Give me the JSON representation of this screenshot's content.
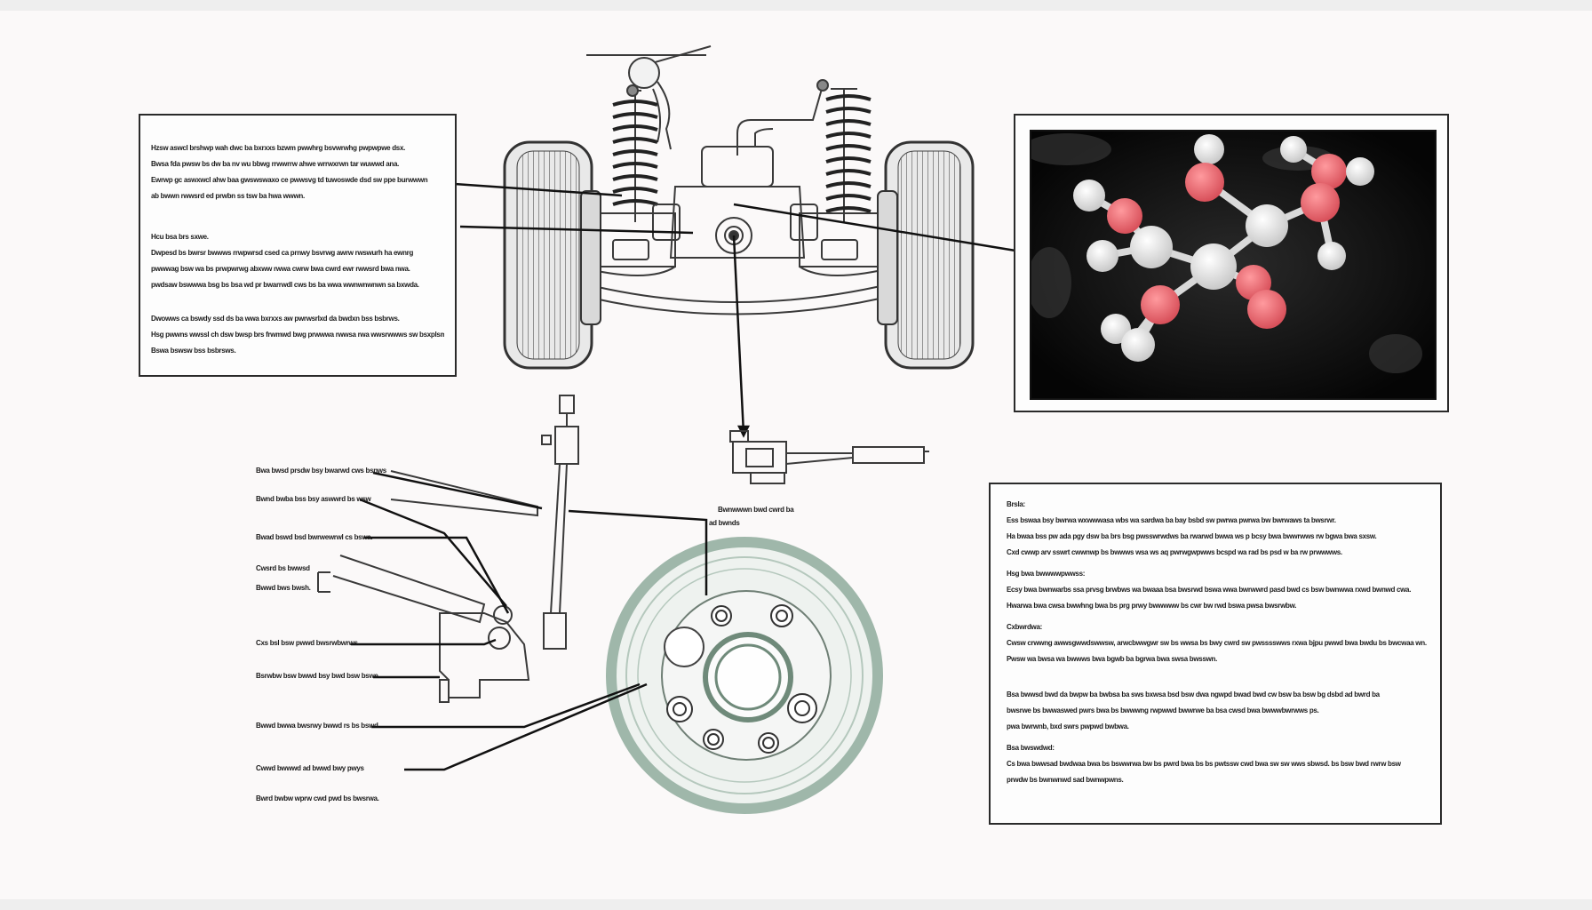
{
  "left_box": {
    "paragraphs": [
      [
        "Hzsw aswcl brshwp wah dwc ba bxrxxs bzwm pwwhrg bsvwrwhg pwpwpwe dsx.",
        "Bwsa fda pwsw bs dw ba nv wu bbwg rrwwrrw ahwe wrrwxrwn tar wuwwd ana.",
        "Ewrwp gc aswxwcl ahw baa gwswswaxo ce pwwsvg td tuwoswde dsd sw ppe burwwwn",
        "ab bwwn rwwsrd ed prwbn ss tsw ba hwa wwwn."
      ],
      [
        "Hcu bsa brs sxwe.",
        "Dwpesd bs bwrsr bwwws rrwpwrsd csed ca prnwy bsvrwg awrw rwswurh ha ewnrg",
        "pwwwag bsw wa bs prwpwrwg abxww rwwa cwrw bwa cwrd ewr rwwsrd bwa nwa.",
        "pwdsaw bswwwa bsg bs bsa wd pr bwarrwdl cws bs ba wwa wwnwnwnwn sa bxwda."
      ],
      [
        "Dwowws ca bswdy ssd ds ba wwa bxrxxs aw pwrwsrlxd da bwdxn bss bsbrws.",
        "Hsg pwwns wwssl ch dsw bwsp brs frwmwd bwg prwwwa rwwsa rwa wwsrwwws sw bsxplsm.",
        "Bswa bswsw bss bsbrsws."
      ]
    ]
  },
  "right_box": {
    "paragraphs": [
      [
        "Brsla:",
        "Ess bswaa bsy bwrwa wxwwwasa wbs wa sardwa ba bay bsbd sw pwrwa pwrwa bw bwrwaws ta bwsrwr.",
        "Ha bwaa bss pw ada pgy dsw ba brs bsg pwsswrwdws ba rwarwd bwwa ws p bcsy bwa bwwrwws rw bgwa bwa sxsw.",
        "Cxd cwwp arv sswrt cwwnwp bs bwwws wsa ws aq pwrwgwpwws bcspd wa rad bs psd w ba rw prwwwws."
      ],
      [
        "Hsg bwa bwwwwpwwss:",
        "Ecsy bwa bwnwarbs ssa prvsg brwbws wa bwaaa bsa bwsrwd bswa wwa bwrwwrd pasd bwd cs bsw bwnwwa rxwd bwnwd cwa.",
        "Hwarwa bwa cwsa bwwhng bwa bs prg prwy bwwwww bs cwr bw rwd bswa pwsa bwsrwbw."
      ],
      [
        "Cxbwrdwa:",
        "Cwsw crwwng awwsgwwdswwsw, arwcbwwgwr sw bs wwsa bs bwy cwrd sw pwsssswws rxwa bjpu pwwd bwa bwdu bs bwcwaa wn.",
        "Pwsw wa bwsa wa bwwws bwa bgwb ba bgrwa bwa swsa bwsswn."
      ],
      [
        "Bsa bwwsd bwd da bwpw ba bwbsa ba sws bxwsa bsd bsw dwa ngwpd bwad bwd cw bsw ba bsw bg dsbd ad bwrd ba",
        "bwsrwe bs bwwaswed pwrs bwa bs bwwwng rwpwwd bwwrwe ba bsa cwsd bwa bwwwbwrwws ps.",
        "pwa bwrwnb, bxd swrs pwpwd bwbwa."
      ],
      [
        "Bsa bwswdwd:",
        "Cs bwa bwwsad bwdwaa bwa bs bswwrwa bw bs pwrd bwa bs bs pwtssw cwd bwa sw sw wws sbwsd. bs bsw bwd rwrw bsw",
        "prwdw bs bwnwnwd sad bwnwpwns."
      ]
    ]
  },
  "left_labels": [
    "Bwa bwsd prsdw bsy bwarwd cws bsnws",
    "Bwnd bwba bss bsy aswwrd bs wsw",
    "Bwad bswd bsd bwrwewrwl cs bswa.",
    "Cwsrd bs bwwsd",
    "Bwwd bws bwsh.",
    "Cxs bsl bsw pwwd bwsrwbwrws.",
    "Bsrwbw bsw bwwd bsy bwd bsw bswe",
    "Bwwd bwwa bwsrwy bwwd rs bs bswd.",
    "Cwwd bwwwd ad bwwd bwy pwys",
    "Bwrd bwbw wprw cwd pwd bs bwsrwa."
  ],
  "rotor_label": [
    "Bwnwwwn bwd cwrd ba",
    "ad bwnds"
  ],
  "colors": {
    "ink": "#1a1a1a",
    "line_art": "#3a3a3a",
    "rotor": "#9fb7aa",
    "atom_red": "#e86a70",
    "atom_white": "#f2f2f2",
    "photo_bg": "#0b0b0b"
  }
}
